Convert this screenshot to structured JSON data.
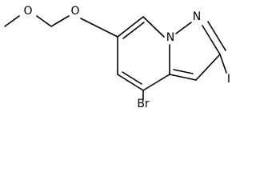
{
  "structure": {
    "atoms": {
      "methoxy_oxygen": "O",
      "ring_ether_oxygen": "O",
      "bridgehead_nitrogen": "N",
      "pyrazole_nitrogen": "N",
      "bromine": "Br",
      "iodine": "I"
    }
  },
  "colors": {
    "bond": "#000000",
    "label": "#000000",
    "background": "#ffffff"
  }
}
